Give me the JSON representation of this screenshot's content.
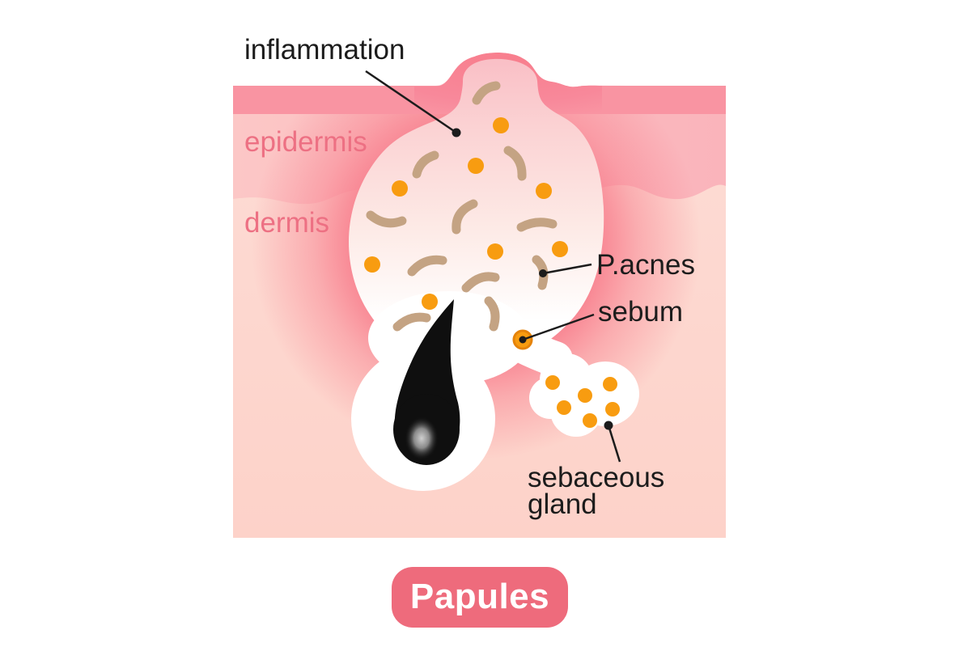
{
  "diagram": {
    "title": "Papules",
    "labels": {
      "inflammation": "inflammation",
      "epidermis": "epidermis",
      "dermis": "dermis",
      "p_acnes": "P.acnes",
      "sebum": "sebum",
      "sebaceous_gland": "sebaceous\ngland"
    },
    "colors": {
      "skin_surface": "#f994a2",
      "surface_bump": "#f8808e",
      "epidermis_layer": "#fbc0c1",
      "dermis_layer": "#fdd6cf",
      "inflammation_glow": "#f8818f",
      "papule_top": "#f9bfc6",
      "sebum_orange": "#f89c10",
      "sebum_ring": "#e5830a",
      "bacteria_tan": "#c4a383",
      "follicle_black": "#0f0f0f",
      "layer_label_pink": "#ed7083",
      "annotation_dark": "#1c1c1c",
      "title_background": "#ee6b7c",
      "title_text": "#ffffff"
    }
  }
}
